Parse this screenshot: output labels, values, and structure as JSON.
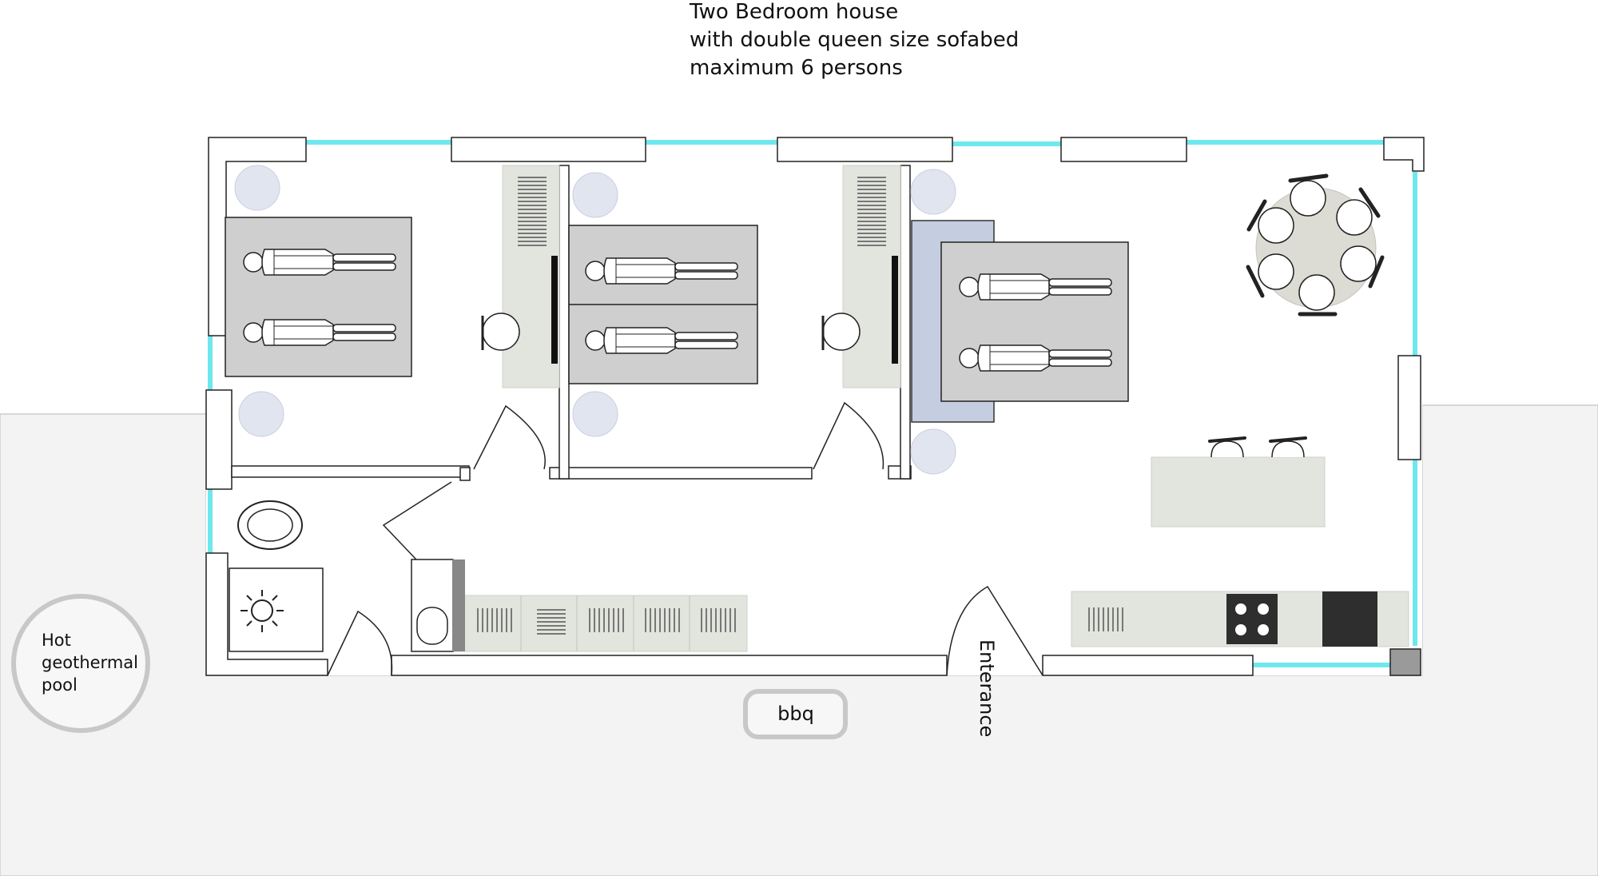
{
  "title_lines": [
    "Two Bedroom house",
    "with double queen size sofabed",
    "maximum 6 persons"
  ],
  "labels": {
    "pool": [
      "Hot",
      "geothermal",
      "pool"
    ],
    "bbq": "bbq",
    "entrance": "Enterance"
  },
  "colors": {
    "window_glass": "#6fe7ef",
    "wall_outline": "#222222",
    "bed": "#cfcfcf",
    "sofabed": "#c5cde0",
    "cabinet": "#e2e4de",
    "floor_circle": "#e1e5ef",
    "terrace": "#f3f3f3",
    "pool_ring": "#c8c8c8",
    "appliance_dark": "#2e2e2e"
  }
}
